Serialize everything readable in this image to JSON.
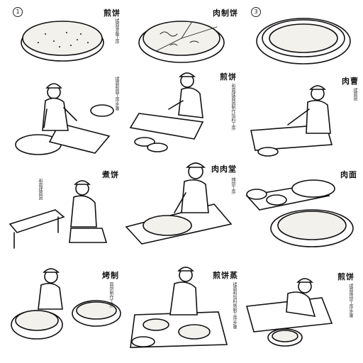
{
  "panels": [
    {
      "num": "1",
      "title": "煎饼",
      "caption": "揉面准备工序"
    },
    {
      "num": "",
      "title": "肉制饼",
      "caption": ""
    },
    {
      "num": "3",
      "title": "",
      "caption": ""
    },
    {
      "num": "",
      "title": "",
      "caption": "揉面和面工序步骤"
    },
    {
      "num": "",
      "title": "煎饼",
      "caption": "和面揉面团制作馅料工序"
    },
    {
      "num": "",
      "title": "肉曹",
      "caption": "揉面团"
    },
    {
      "num": "",
      "title": "煮饼",
      "caption": "和面揉面团"
    },
    {
      "num": "",
      "title": "肉肉堂",
      "caption": "摊饼工序"
    },
    {
      "num": "",
      "title": "肉面",
      "caption": ""
    },
    {
      "num": "",
      "title": "烤制",
      "caption": "面饼制作工序"
    },
    {
      "num": "",
      "title": "煎饼蒸",
      "caption": "揉面和馅料烙制工序步骤"
    },
    {
      "num": "",
      "title": "煎饼",
      "caption": "揉面烙饼工序步骤"
    }
  ]
}
